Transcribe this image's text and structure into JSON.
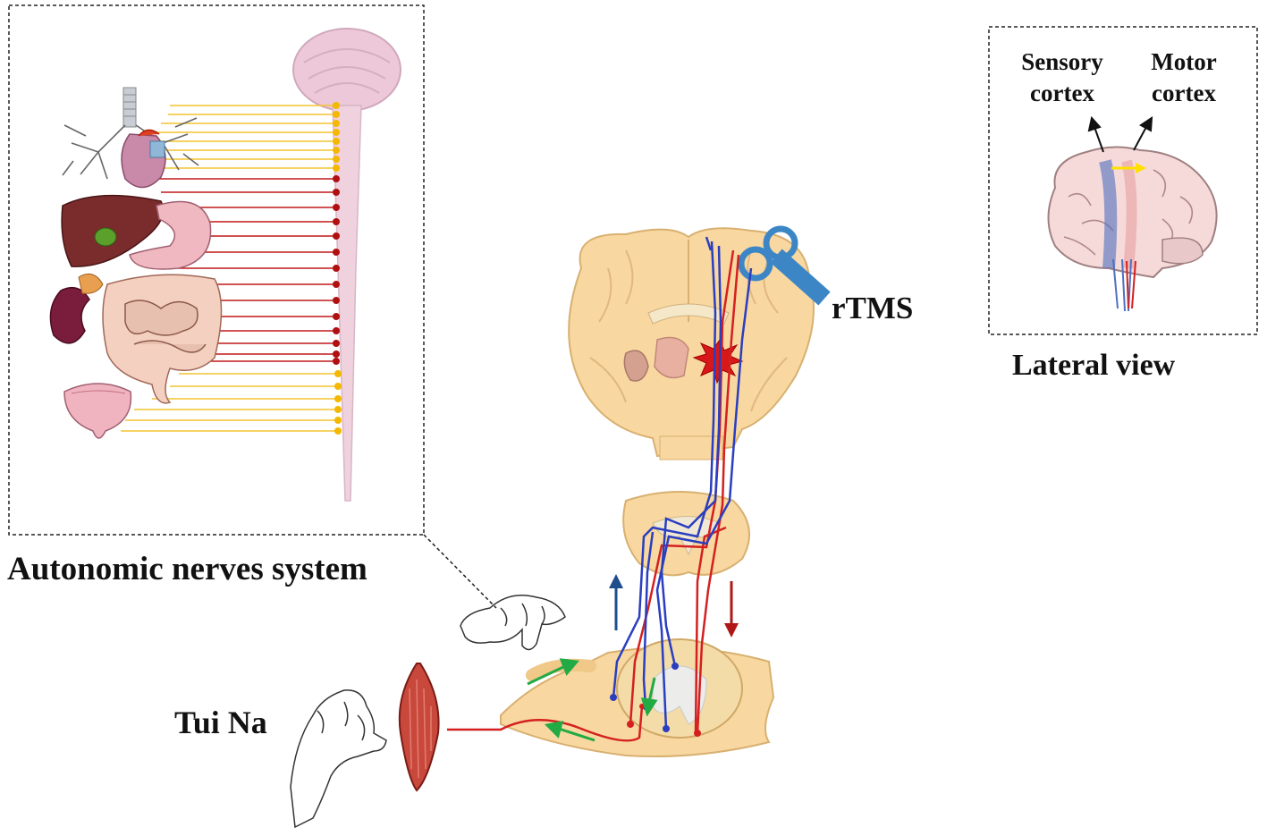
{
  "labels": {
    "autonomic": "Autonomic nerves system",
    "lateral_view": "Lateral view",
    "rtms": "rTMS",
    "tui_na": "Tui Na",
    "sensory_cortex_line1": "Sensory",
    "sensory_cortex_line2": "cortex",
    "motor_cortex_line1": "Motor",
    "motor_cortex_line2": "cortex"
  },
  "colors": {
    "motor_pathway": "#d42020",
    "sensory_pathway": "#2a3ec0",
    "sympathetic": "#f4c430",
    "parasympathetic": "#c01818",
    "feedback_arrows": "#22aa44",
    "ascending_arrow": "#1f4e8c",
    "descending_arrow": "#b01818",
    "brain_tissue": "#f8d8a0",
    "coil": "#3d86c6"
  },
  "icons": [
    "coronal-brain-icon",
    "spinal-cord-icon",
    "tms-coil-icon",
    "hand-icon",
    "muscle-icon",
    "lateral-brain-icon",
    "organs-icon"
  ]
}
